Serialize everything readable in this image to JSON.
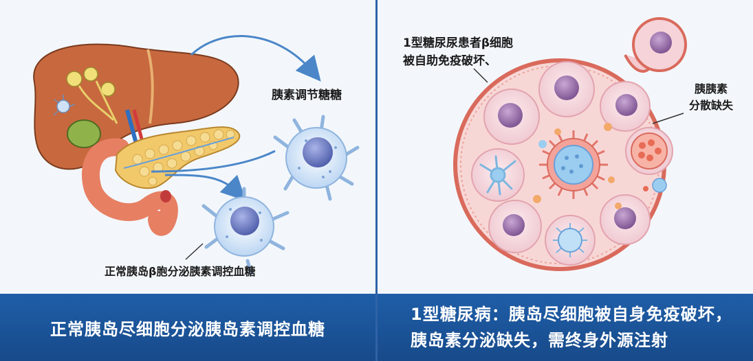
{
  "left": {
    "label_top": "胰素调节糖糖",
    "label_bottom": "正常胰岛β胞分泌胰素调控血糖",
    "banner": "正常胰岛尽细胞分泌胰岛素调控血糖"
  },
  "right": {
    "label_top_line1": "1型糖尿尿患者β细胞",
    "label_top_line2": "被自助免疫破坏、",
    "label_side_line1": "胰胰素",
    "label_side_line2": "分散缺失",
    "banner_line1": "1型糖尿病：胰岛尽细胞被自身免疫破坏，",
    "banner_line2": "胰岛素分泌缺失，需终身外源注射"
  },
  "colors": {
    "banner": "#1f5ea8",
    "divider": "#2f63a6",
    "arrow": "#4a86c8",
    "liver": "#c7683f",
    "pancreas": "#f2c96a",
    "islet_ring": "#d96a5c",
    "islet_fill": "#f7d7d6"
  }
}
